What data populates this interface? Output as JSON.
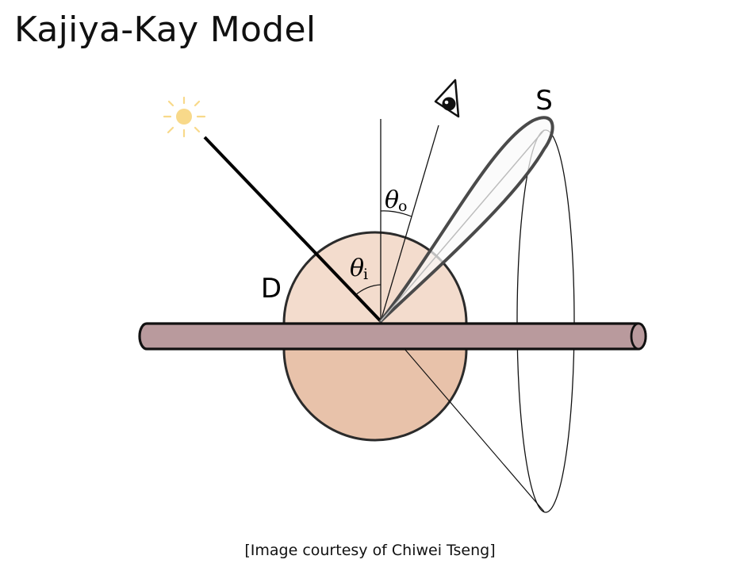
{
  "slide": {
    "title": "Kajiya-Kay Model",
    "caption": "[Image courtesy of Chiwei Tseng]"
  },
  "diagram": {
    "labels": {
      "specular": "S",
      "diffuse": "D",
      "theta_o_symbol": "θ",
      "theta_o_subscript": "o",
      "theta_i_symbol": "θ",
      "theta_i_subscript": "i"
    },
    "icons": {
      "light": "sun-icon",
      "viewer": "eye-icon"
    },
    "colors": {
      "sun": "#f8d98a",
      "fiber_fill": "#b99a9d",
      "sphere_top": "#f3dccd",
      "sphere_bottom": "#e8c2aa",
      "lobe_fill": "#fafafa",
      "lobe_stroke": "#4a4a4a",
      "ink": "#000000"
    }
  }
}
